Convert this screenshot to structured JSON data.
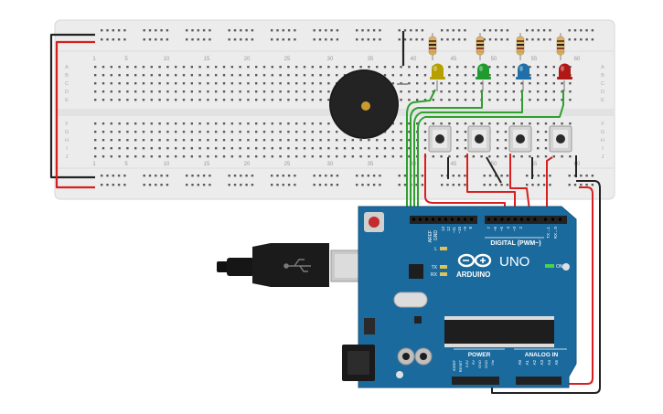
{
  "breadboard": {
    "column_numbers": [
      "1",
      "5",
      "10",
      "15",
      "20",
      "25",
      "30",
      "35",
      "40",
      "45",
      "50",
      "55",
      "60"
    ],
    "row_letters_top": [
      "A",
      "B",
      "C",
      "D",
      "E"
    ],
    "row_letters_bottom": [
      "F",
      "G",
      "H",
      "I",
      "J"
    ]
  },
  "leds": [
    {
      "name": "yellow",
      "color": "#b5a000"
    },
    {
      "name": "green",
      "color": "#1f9a2e"
    },
    {
      "name": "blue",
      "color": "#1f6fa8"
    },
    {
      "name": "red",
      "color": "#b01818"
    }
  ],
  "arduino": {
    "brand": "ARDUINO",
    "model": "UNO",
    "digital_label": "DIGITAL (PWM~)",
    "power_label": "POWER",
    "analog_label": "ANALOG IN",
    "on_label": "ON",
    "l_label": "L",
    "tx_label": "TX",
    "rx_label": "RX",
    "aref_label": "AREF",
    "gnd_label": "GND",
    "digital_pins": [
      "13",
      "12",
      "~11",
      "~10",
      "~9",
      "8",
      "7",
      "~6",
      "~5",
      "4",
      "~3",
      "2",
      "TX→1",
      "RX←0"
    ],
    "power_pins": [
      "IOREF",
      "RESET",
      "3.3V",
      "5V",
      "GND",
      "GND",
      "Vin"
    ],
    "analog_pins": [
      "A0",
      "A1",
      "A2",
      "A3",
      "A4",
      "A5"
    ]
  },
  "colors": {
    "board_blue": "#1b6a9e",
    "wire_green": "#2ea02e",
    "wire_red": "#d81e1e",
    "wire_black": "#222222",
    "breadboard": "#ededed"
  }
}
